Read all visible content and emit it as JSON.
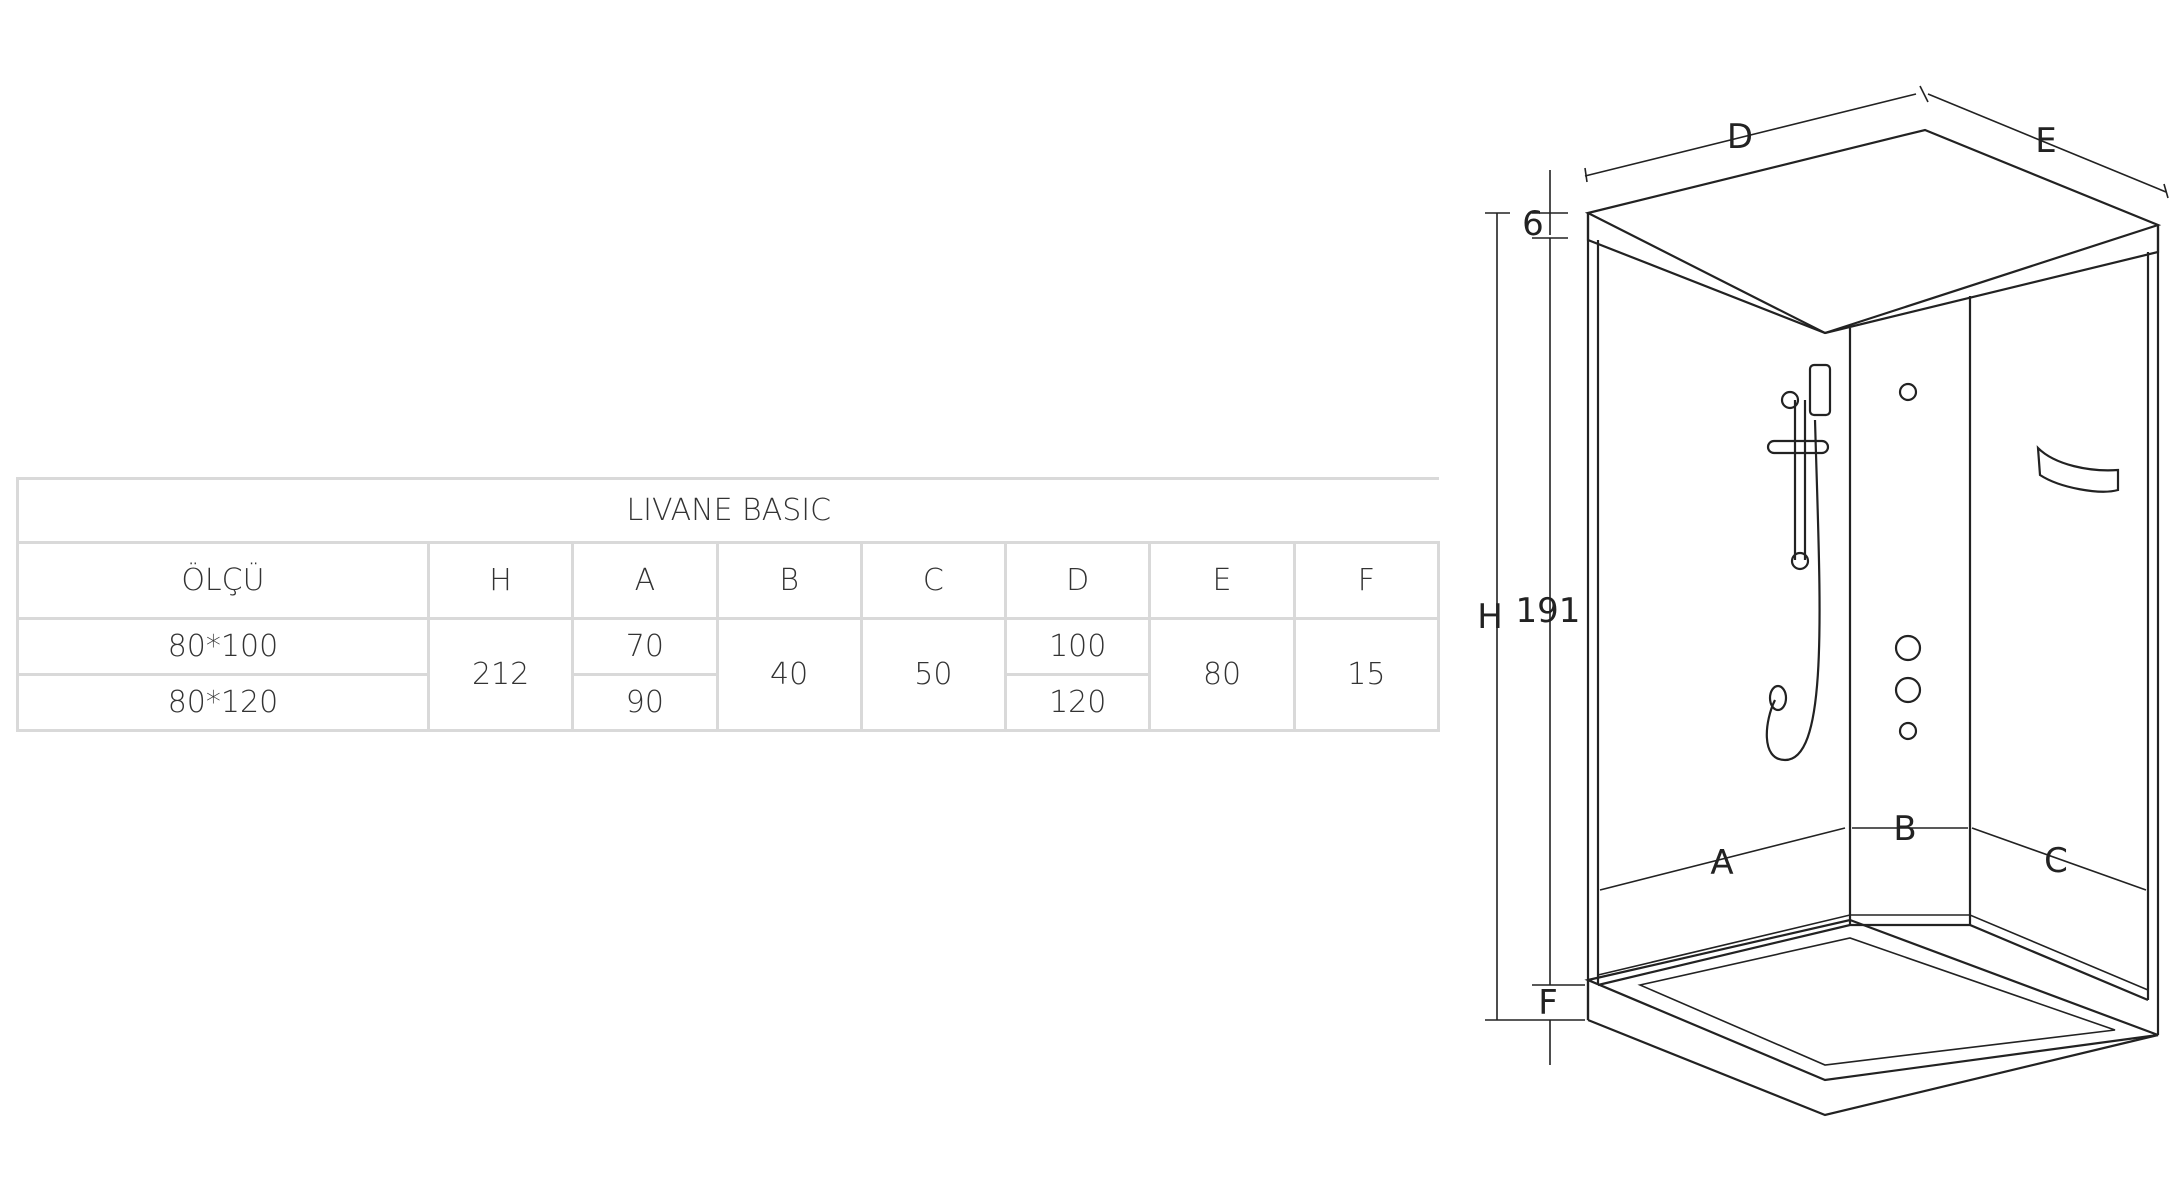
{
  "table": {
    "title": "LIVANE BASIC",
    "headers": [
      "ÖLÇÜ",
      "H",
      "A",
      "B",
      "C",
      "D",
      "E",
      "F"
    ],
    "sizes": [
      "80*100",
      "80*120"
    ],
    "H": "212",
    "A": [
      "70",
      "90"
    ],
    "B": "40",
    "C": "50",
    "D": [
      "100",
      "120"
    ],
    "E": "80",
    "F": "15"
  },
  "diagram": {
    "labels": {
      "D": "D",
      "E": "E",
      "six": "6",
      "H": "H",
      "height191": "191",
      "A": "A",
      "B": "B",
      "C": "C",
      "F": "F"
    }
  }
}
